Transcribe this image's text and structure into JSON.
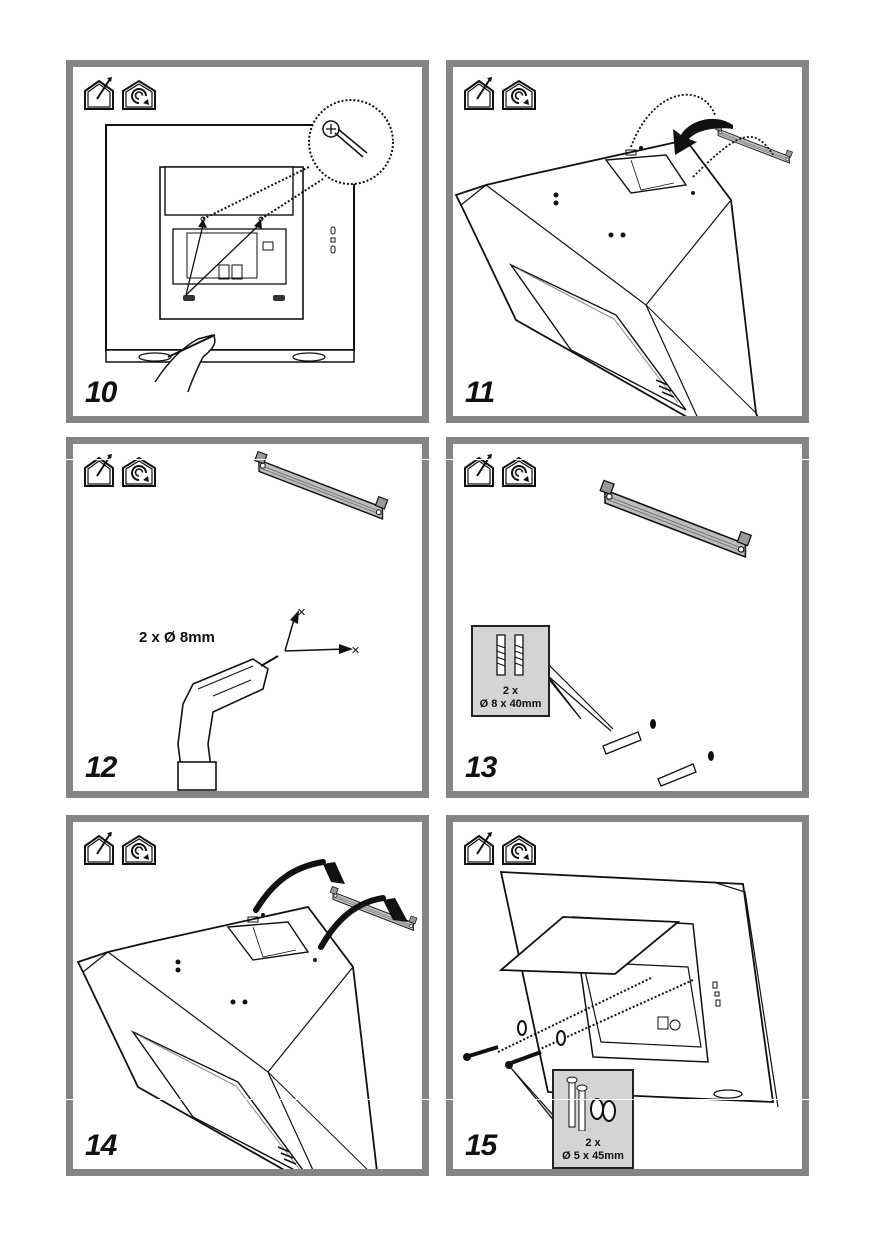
{
  "document": {
    "type": "installation-instructions",
    "icon_names": [
      "ducted-extraction-icon",
      "recirculation-icon"
    ],
    "colors": {
      "frame": "#858585",
      "callout_fill": "#d4d4d4",
      "line": "#111111",
      "bracket_fill": "#bdbdbd"
    }
  },
  "steps": [
    {
      "number": "10",
      "description": "Mark drilling points through hood bracket holes with pencil"
    },
    {
      "number": "11",
      "description": "Remove wall bracket from hood"
    },
    {
      "number": "12",
      "description": "Drill holes",
      "label": "2 x Ø 8mm"
    },
    {
      "number": "13",
      "description": "Insert wall plugs and fix bracket",
      "callout": {
        "qty": "2 x",
        "size": "Ø 8 x 40mm"
      }
    },
    {
      "number": "14",
      "description": "Hang hood on bracket"
    },
    {
      "number": "15",
      "description": "Secure hood with screws and washers",
      "callout": {
        "qty": "2 x",
        "size": "Ø 5 x 45mm"
      }
    }
  ]
}
